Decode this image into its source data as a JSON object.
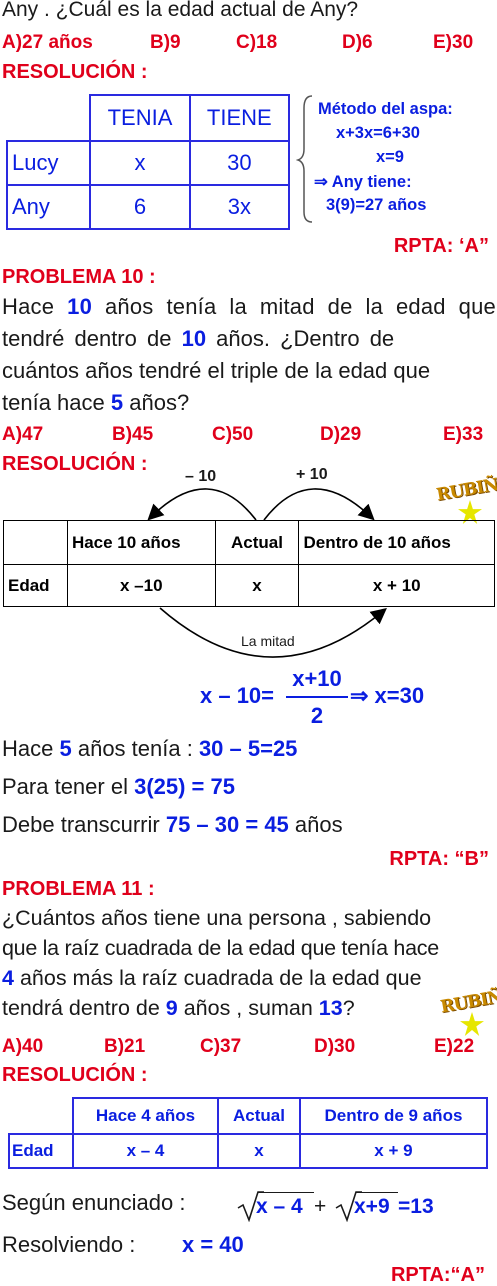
{
  "p9": {
    "question_tail": "Any . ¿Cuál es la edad actual de Any?",
    "options": [
      "A)27 años",
      "B)9",
      "C)18",
      "D)6",
      "E)30"
    ],
    "resolucion": "RESOLUCIÓN :",
    "table": {
      "headers": [
        "",
        "TENIA",
        "TIENE"
      ],
      "rows": [
        [
          "Lucy",
          "x",
          "30"
        ],
        [
          "Any",
          "6",
          "3x"
        ]
      ]
    },
    "method_lines": [
      "Método del aspa:",
      "x+3x=6+30",
      "x=9",
      "⇒ Any tiene:",
      "3(9)=27 años"
    ],
    "answer": "RPTA: ‘A”"
  },
  "p10": {
    "title": "PROBLEMA 10 :",
    "statement_lines": [
      [
        "Hace ",
        "10",
        " años tenía la mitad de la edad que"
      ],
      [
        "tendré dentro de ",
        "10",
        " años. ¿Dentro de"
      ],
      [
        "cuántos años tendré el triple de la edad que"
      ],
      [
        "tenía hace ",
        "5",
        " años?"
      ]
    ],
    "options": [
      "A)47",
      "B)45",
      "C)50",
      "D)29",
      "E)33"
    ],
    "resolucion": "RESOLUCIÓN :",
    "arrow_left": "– 10",
    "arrow_right": "+ 10",
    "table": {
      "headers": [
        "",
        "Hace 10 años",
        "Actual",
        "Dentro de 10 años"
      ],
      "row": [
        "Edad",
        "x –10",
        "x",
        "x + 10"
      ]
    },
    "arc_label": "La mitad",
    "equation_left": "x – 10=",
    "equation_num": "x+10",
    "equation_den": "2",
    "equation_right": "⇒ x=30",
    "line1_text": "Hace ",
    "line1_num": "5",
    "line1_mid": " años tenía :  ",
    "line1_calc": "30 – 5=25",
    "line2_text": "Para tener el  ",
    "line2_calc": "3(25) = 75",
    "line3_text": "Debe transcurrir  ",
    "line3_calc": "75 – 30 = 45",
    "line3_unit": " años",
    "answer": "RPTA: “B”"
  },
  "p11": {
    "title": "PROBLEMA 11 :",
    "statement_lines": [
      [
        "¿Cuántos años tiene una persona , sabiendo"
      ],
      [
        "que la raíz cuadrada de la edad que tenía hace"
      ],
      [
        "",
        "4",
        " años más la raíz cuadrada de la edad que"
      ],
      [
        "tendrá dentro de ",
        "9",
        " años , suman ",
        "13",
        "?"
      ]
    ],
    "options": [
      "A)40",
      "B)21",
      "C)37",
      "D)30",
      "E)22"
    ],
    "resolucion": "RESOLUCIÓN :",
    "table": {
      "headers": [
        "",
        "Hace 4 años",
        "Actual",
        "Dentro de 9 años"
      ],
      "row": [
        "Edad",
        "x – 4",
        "x",
        "x + 9"
      ]
    },
    "segun": "Según enunciado :",
    "sqrt1": "x – 4",
    "plus": "+",
    "sqrt2": "x+9",
    "eq13": "=13",
    "resolviendo": "Resolviendo :",
    "result": "x = 40",
    "answer": "RPTA:“A”"
  },
  "logo_text": "RUBIÑOS"
}
